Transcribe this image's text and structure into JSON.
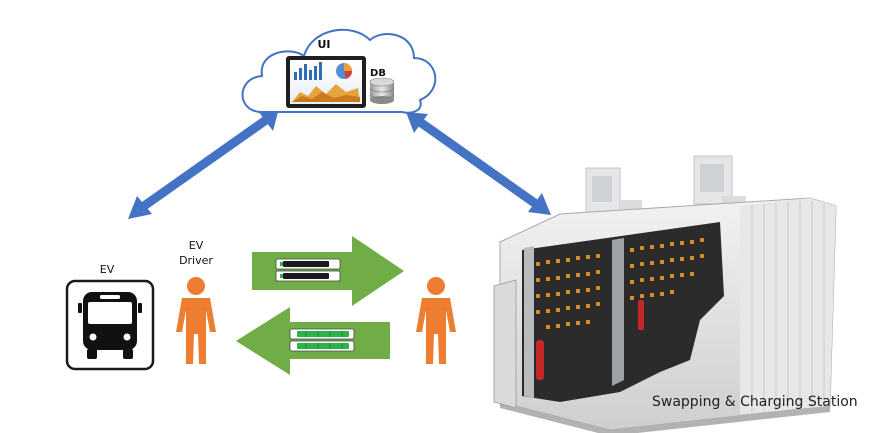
{
  "labels": {
    "ui": "UI",
    "db": "DB",
    "ev": "EV",
    "ev_driver_line1": "EV",
    "ev_driver_line2": "Driver",
    "station": "Swapping & Charging Station"
  },
  "colors": {
    "link_arrow": "#4472c4",
    "flow_arrow": "#70ad47",
    "person": "#ed7d31",
    "battery_fill_charged": "#2db34a",
    "battery_fill_empty": "#1a1a1a",
    "cloud_stroke": "#4472c4"
  },
  "icons": {
    "ev": "bus-icon",
    "driver": "person-icon",
    "operator": "person-icon",
    "db": "database-icon",
    "ui": "dashboard-icon",
    "station": "battery-station-image"
  }
}
